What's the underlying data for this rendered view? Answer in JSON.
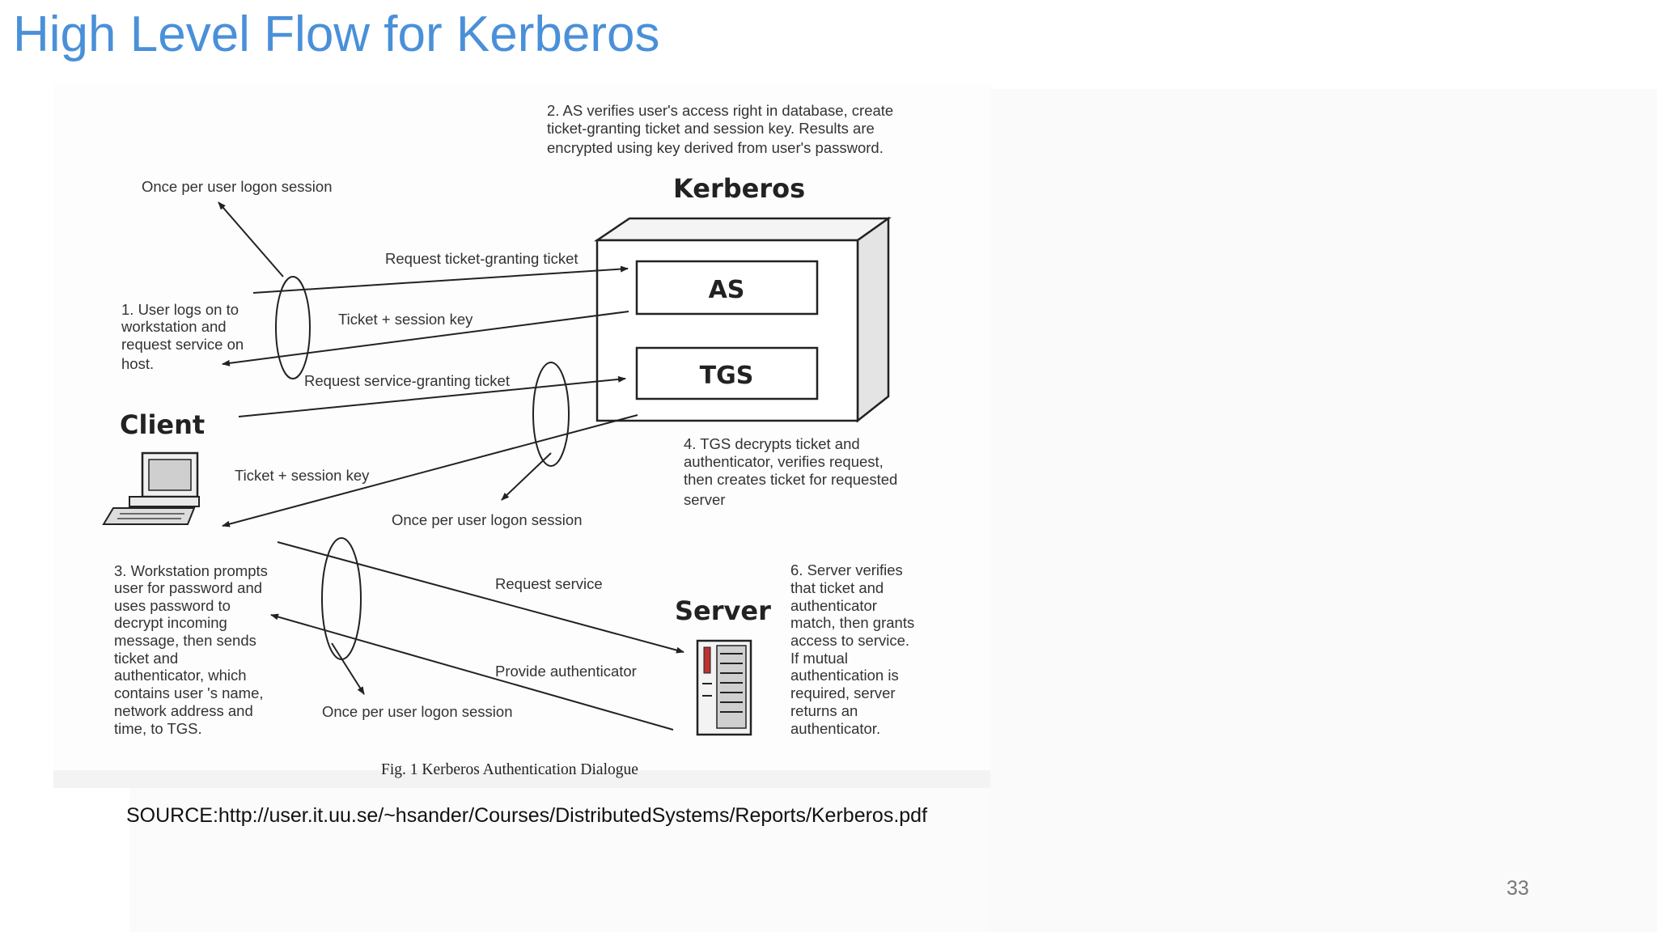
{
  "slide": {
    "title": "High Level Flow for Kerberos",
    "source": "SOURCE:http://user.it.uu.se/~hsander/Courses/DistributedSystems/Reports/Kerberos.pdf",
    "page_number": "33"
  },
  "diagram": {
    "kerberos_label": "Kerberos",
    "as_label": "AS",
    "tgs_label": "TGS",
    "client_label": "Client",
    "server_label": "Server",
    "step2": [
      "2. AS verifies user's access right in database, create",
      "ticket-granting ticket and session key. Results are",
      "encrypted using key derived from user's password."
    ],
    "once_top": "Once per user logon session",
    "request_tgt": "Request ticket-granting ticket",
    "ticket_session_1": "Ticket + session key",
    "step1": [
      "1. User logs on to",
      "workstation and",
      "request service on",
      "host."
    ],
    "request_sgt": "Request service-granting ticket",
    "ticket_session_2": "Ticket + session key",
    "once_mid": "Once per user logon session",
    "step4": [
      "4. TGS decrypts ticket and",
      "authenticator, verifies request,",
      "then creates ticket for requested",
      "server"
    ],
    "step3": [
      "3. Workstation prompts",
      "user for password and",
      "uses password to",
      "decrypt incoming",
      "message, then sends",
      "ticket and",
      "authenticator, which",
      "contains user 's name,",
      "network address and",
      "time, to TGS."
    ],
    "request_service": "Request service",
    "provide_auth": "Provide authenticator",
    "once_bottom": "Once per user logon session",
    "step6": [
      "6. Server verifies",
      "that ticket and",
      "authenticator",
      "match, then grants",
      "access to service.",
      "If mutual",
      "authentication is",
      "required, server",
      "returns an",
      "authenticator."
    ],
    "caption": "Fig. 1 Kerberos Authentication Dialogue"
  }
}
